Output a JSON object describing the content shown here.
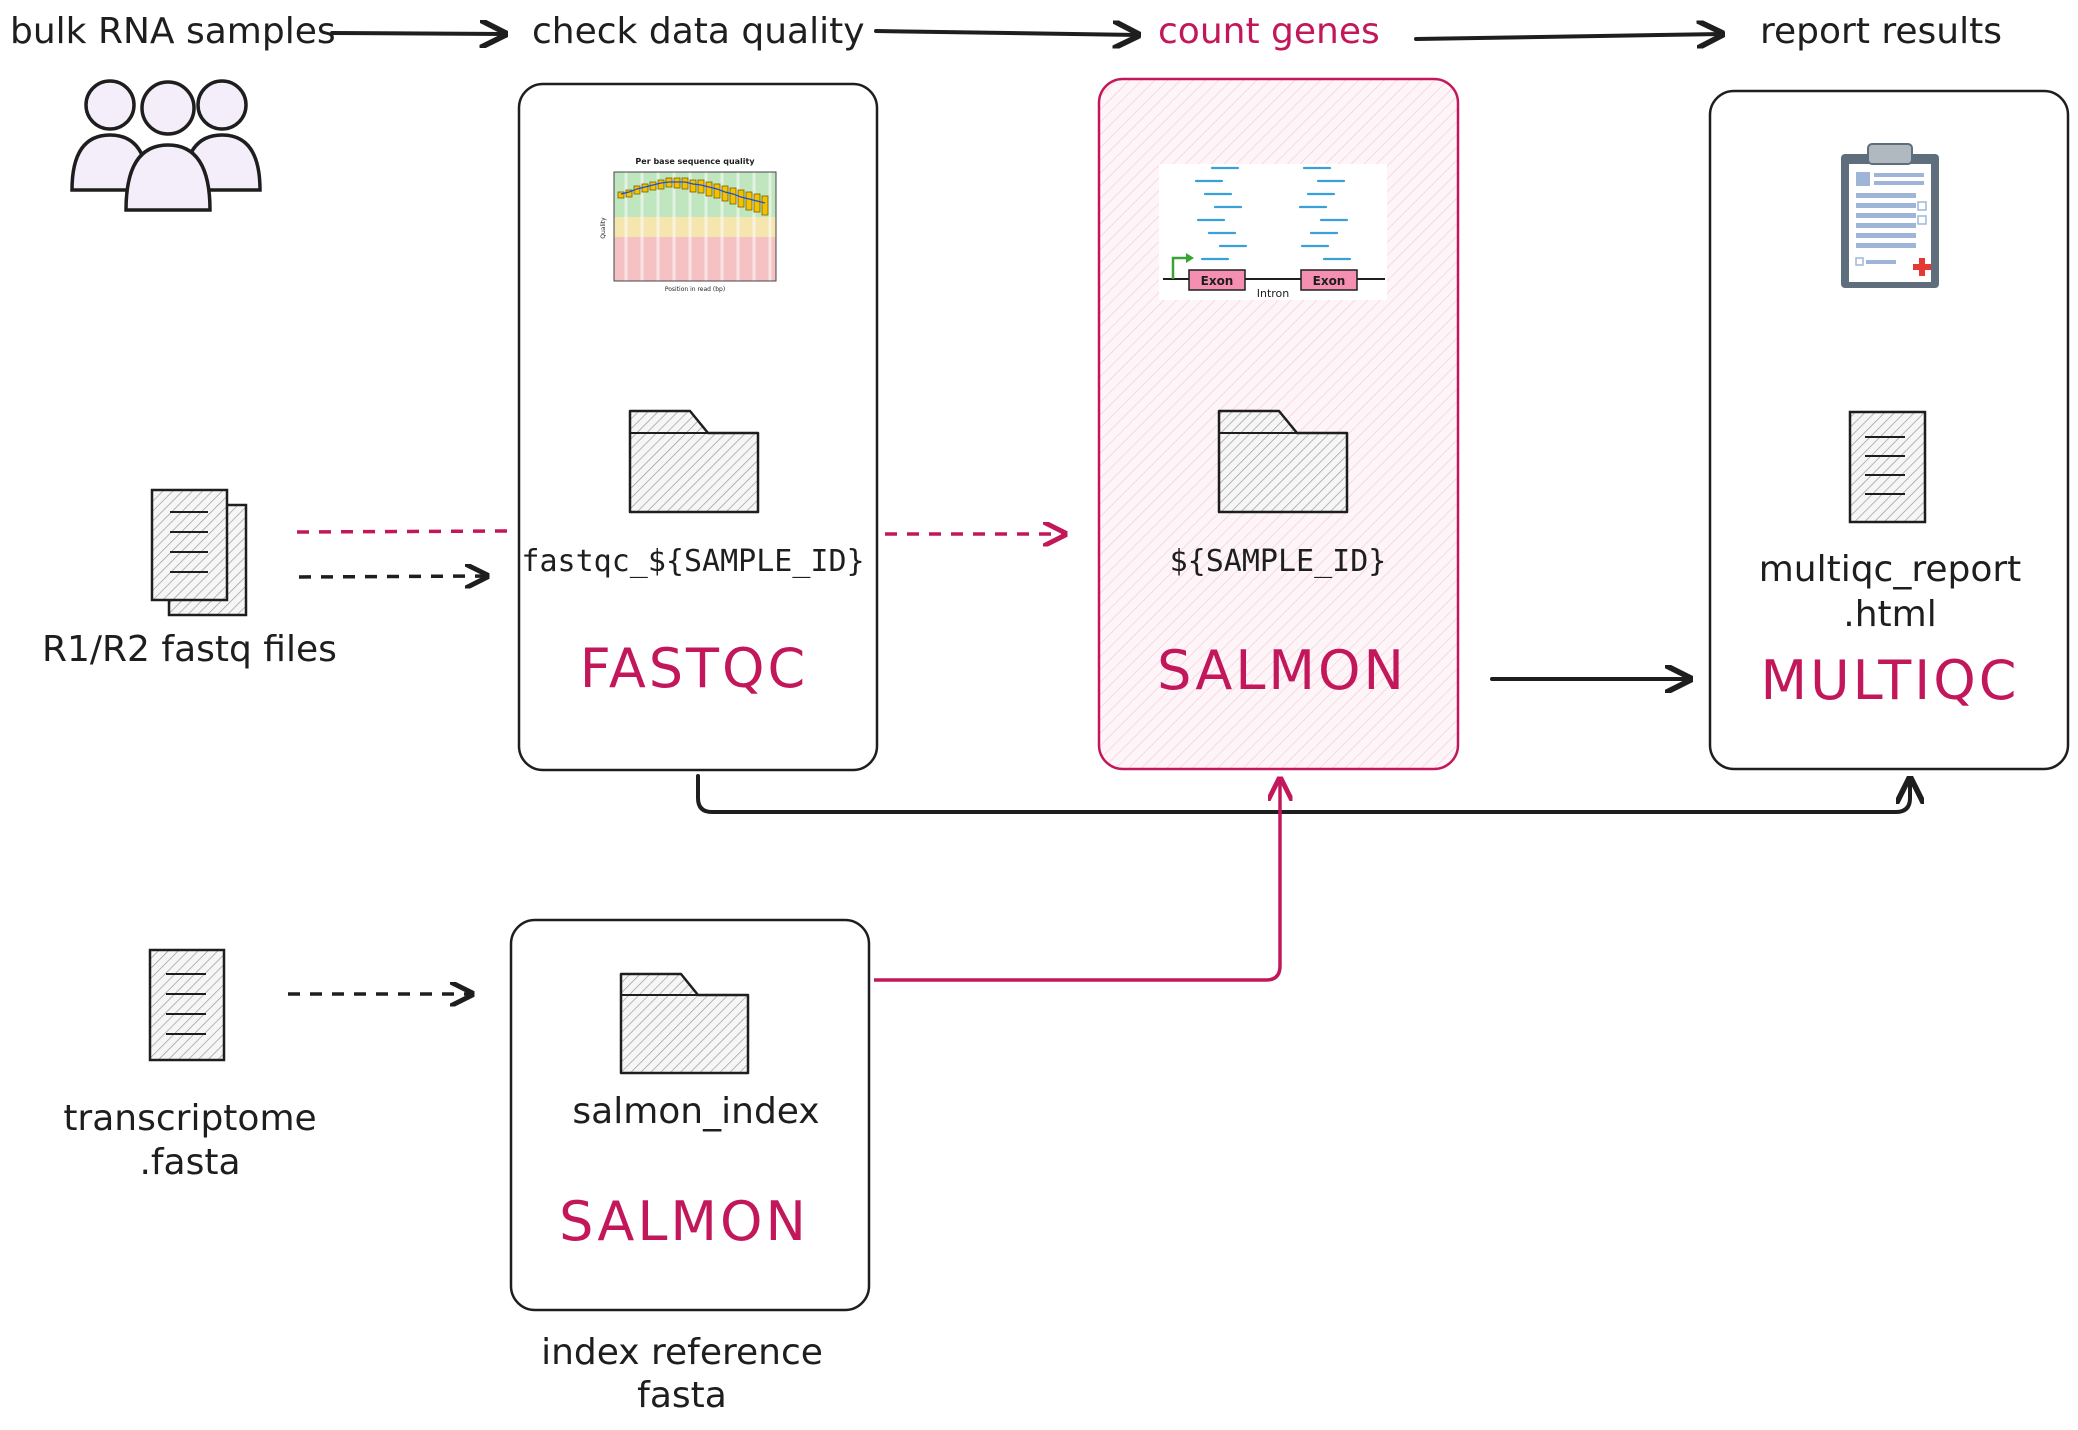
{
  "stages": {
    "input": "bulk RNA samples",
    "qc": "check data quality",
    "count": "count genes",
    "report": "report results"
  },
  "inputs": {
    "reads": "R1/R2 fastq files",
    "transcriptome_line1": "transcriptome",
    "transcriptome_line2": ".fasta"
  },
  "fastqc": {
    "tool": "FASTQC",
    "output": "fastqc_${SAMPLE_ID}",
    "plot_title": "Per base sequence quality",
    "plot_ylabel": "Quality",
    "plot_xlabel": "Position in read (bp)"
  },
  "salmon_quant": {
    "tool": "SALMON",
    "output": "${SAMPLE_ID}",
    "exon_left": "Exon",
    "exon_right": "Exon",
    "intron": "Intron"
  },
  "multiqc": {
    "tool": "MULTIQC",
    "output_line1": "multiqc_report",
    "output_line2": ".html"
  },
  "salmon_index": {
    "tool": "SALMON",
    "output": "salmon_index",
    "caption_line1": "index reference",
    "caption_line2": "fasta"
  },
  "colors": {
    "accent": "#c2185b",
    "ink": "#1e1e1e",
    "samples_fill": "#f3eefa",
    "highlight_fill": "#fdf1f5"
  }
}
